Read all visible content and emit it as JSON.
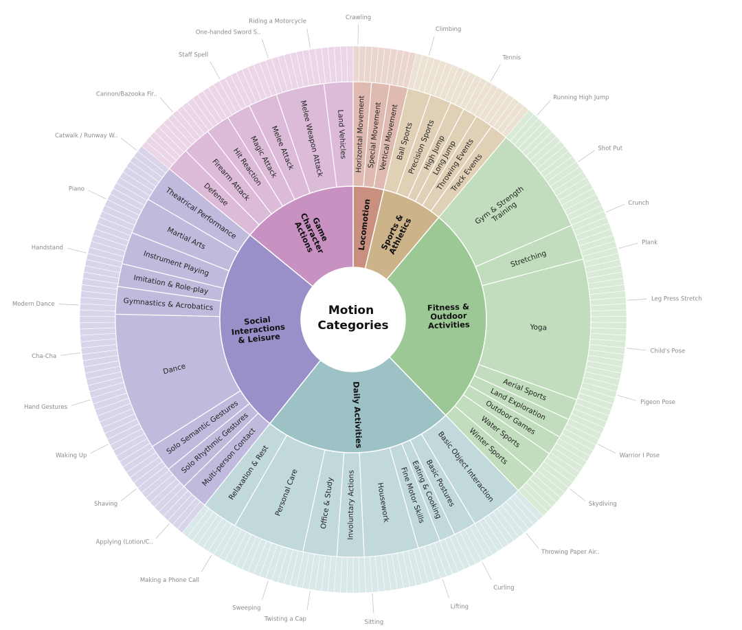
{
  "center": {
    "lines": [
      "Motion",
      "Categories"
    ]
  },
  "categories": [
    {
      "name": "Locomotion",
      "lines": [
        "Locomotion"
      ],
      "color": "#c99080",
      "subs": [
        {
          "name": "Horizontal Movement",
          "w": 1.0
        },
        {
          "name": "Special Movement",
          "w": 1.0
        },
        {
          "name": "Vertical Movement",
          "w": 1.0
        }
      ],
      "leafCount": 10
    },
    {
      "name": "Sports & Athletics",
      "lines": [
        "Sports &",
        "Athletics"
      ],
      "color": "#cdb38a",
      "subs": [
        {
          "name": "Ball Sports",
          "w": 1.3
        },
        {
          "name": "Precision Sports",
          "w": 1.2
        },
        {
          "name": "High Jump",
          "w": 0.8
        },
        {
          "name": "Long Jump",
          "w": 0.8
        },
        {
          "name": "Throwing Events",
          "w": 1.0
        },
        {
          "name": "Track Events",
          "w": 1.0
        }
      ],
      "leafCount": 20
    },
    {
      "name": "Fitness & Outdoor Activities",
      "lines": [
        "Fitness &",
        "Outdoor",
        "Activities"
      ],
      "color": "#9cc895",
      "subs": [
        {
          "name": "Gym & Strength Training",
          "lines": [
            "Gym & Strength",
            "Training"
          ],
          "w": 6.2
        },
        {
          "name": "Stretching",
          "w": 2.0
        },
        {
          "name": "Yoga",
          "w": 8.0
        },
        {
          "name": "Aerial Sports",
          "w": 1.2
        },
        {
          "name": "Land Exploration",
          "w": 1.1
        },
        {
          "name": "Outdoor Games",
          "w": 1.1
        },
        {
          "name": "Water Sports",
          "w": 1.4
        },
        {
          "name": "Winter Sports",
          "w": 1.3
        }
      ],
      "leafCount": 72
    },
    {
      "name": "Daily Activities",
      "lines": [
        "Daily Activities"
      ],
      "color": "#9cc2c6",
      "subs": [
        {
          "name": "Basic Object Interaction",
          "w": 2.4
        },
        {
          "name": "Basic Postures",
          "w": 1.0
        },
        {
          "name": "Eating & Cooking",
          "w": 0.7
        },
        {
          "name": "Fine Motor Skills",
          "w": 1.0
        },
        {
          "name": "Housework",
          "w": 2.4
        },
        {
          "name": "Involuntary Actions",
          "w": 1.2
        },
        {
          "name": "Office & Study",
          "w": 1.5
        },
        {
          "name": "Personal Care",
          "w": 3.2
        },
        {
          "name": "Relaxation & Rest",
          "w": 1.6
        }
      ],
      "leafCount": 62
    },
    {
      "name": "Social Interactions & Leisure",
      "lines": [
        "Social",
        "Interactions",
        "& Leisure"
      ],
      "color": "#9a8fc8",
      "subs": [
        {
          "name": "Multi-person Contact",
          "w": 1.2
        },
        {
          "name": "Solo Rhythmic Gestures",
          "w": 1.0
        },
        {
          "name": "Solo Semantic Gestures",
          "w": 1.2
        },
        {
          "name": "Dance",
          "w": 6.0
        },
        {
          "name": "Gymnastics & Acrobatics",
          "w": 1.2
        },
        {
          "name": "Imitation & Role-play",
          "w": 1.0
        },
        {
          "name": "Instrument Playing",
          "w": 1.4
        },
        {
          "name": "Martial Arts",
          "w": 1.6
        },
        {
          "name": "Theatrical Performance",
          "w": 1.6
        }
      ],
      "leafCount": 68
    },
    {
      "name": "Game Character Actions",
      "lines": [
        "Game",
        "Character",
        "Actions"
      ],
      "color": "#c792c1",
      "subs": [
        {
          "name": "Defense",
          "w": 1.0
        },
        {
          "name": "Firearm Attack",
          "w": 1.2
        },
        {
          "name": "Hit Reaction",
          "w": 1.0
        },
        {
          "name": "Magic Attack",
          "w": 1.0
        },
        {
          "name": "Melee Attack",
          "w": 1.2
        },
        {
          "name": "Melee Weapon Attack",
          "w": 2.0
        },
        {
          "name": "Land Vehicles",
          "w": 1.2
        }
      ],
      "leafCount": 38
    }
  ],
  "leaf_labels": [
    {
      "text": "Crawling",
      "angle": 1
    },
    {
      "text": "Climbing",
      "angle": 16
    },
    {
      "text": "Tennis",
      "angle": 30
    },
    {
      "text": "Running High Jump",
      "angle": 42
    },
    {
      "text": "Shot Put",
      "angle": 55
    },
    {
      "text": "Crunch",
      "angle": 67
    },
    {
      "text": "Plank",
      "angle": 75
    },
    {
      "text": "Leg Press Stretch",
      "angle": 86
    },
    {
      "text": "Child's Pose",
      "angle": 96
    },
    {
      "text": "Pigeon Pose",
      "angle": 106
    },
    {
      "text": "Warrior I Pose",
      "angle": 117
    },
    {
      "text": "Skydiving",
      "angle": 128
    },
    {
      "text": "Throwing Paper Air..",
      "angle": 141
    },
    {
      "text": "Curling",
      "angle": 152
    },
    {
      "text": "Lifting",
      "angle": 161
    },
    {
      "text": "Sitting",
      "angle": 176
    },
    {
      "text": "Twisting a Cap",
      "angle": 189
    },
    {
      "text": "Sweeping",
      "angle": 198
    },
    {
      "text": "Making a Phone Call",
      "angle": 211
    },
    {
      "text": "Applying (Lotion/C..",
      "angle": 222
    },
    {
      "text": "Shaving",
      "angle": 232
    },
    {
      "text": "Waking Up",
      "angle": 243
    },
    {
      "text": "Hand Gestures",
      "angle": 253
    },
    {
      "text": "Cha-Cha",
      "angle": 263
    },
    {
      "text": "Modern Dance",
      "angle": 273
    },
    {
      "text": "Handstand",
      "angle": 284
    },
    {
      "text": "Piano",
      "angle": 296
    },
    {
      "text": "Catwalk / Runway W..",
      "angle": 308
    },
    {
      "text": "Cannon/Bazooka Fir..",
      "angle": 319
    },
    {
      "text": "Staff Spell",
      "angle": 331
    },
    {
      "text": "One-handed Sword S..",
      "angle": 342
    },
    {
      "text": "Riding a Motorcycle",
      "angle": 351
    }
  ]
}
